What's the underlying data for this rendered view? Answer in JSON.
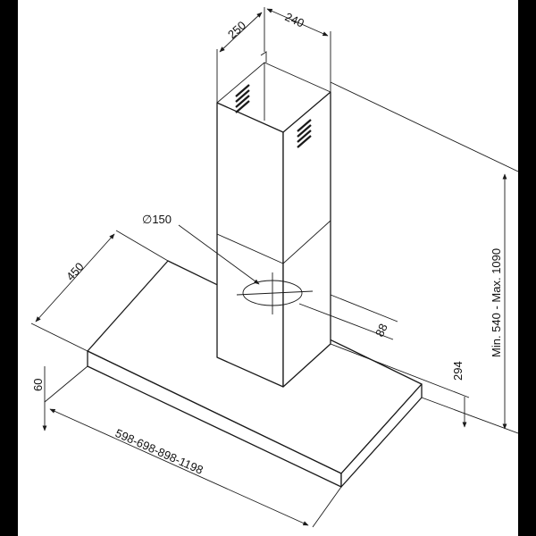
{
  "dimensions": {
    "chimney_depth": "250",
    "chimney_width": "240",
    "duct_diameter": "∅150",
    "hood_depth": "450",
    "panel_thickness": "60",
    "hood_widths": "598-698-898-1198",
    "duct_offset": "88",
    "chimney_offset": "294",
    "height_range": "Min. 540 - Max. 1090"
  },
  "colors": {
    "frame": "#000000",
    "paper": "#ffffff",
    "ink": "#1a1a1a"
  }
}
